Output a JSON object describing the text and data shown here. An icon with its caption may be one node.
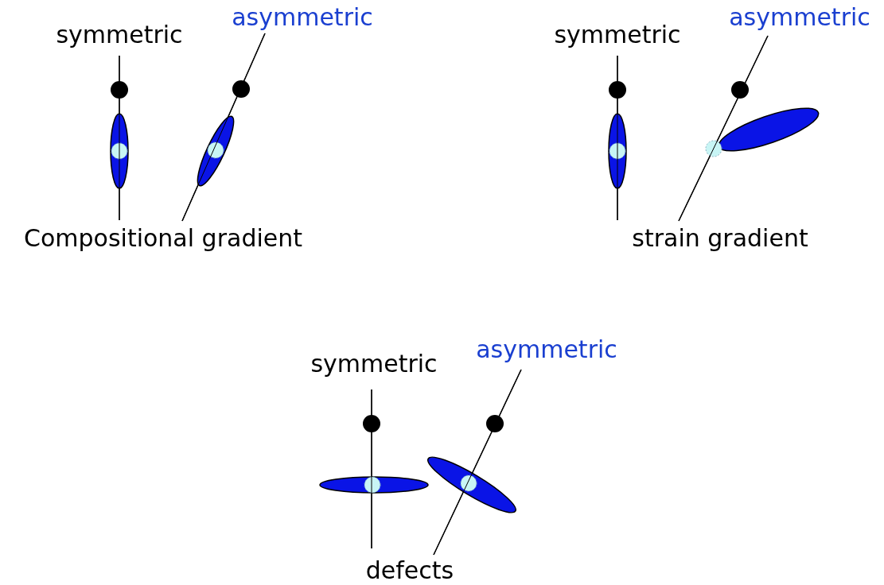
{
  "diagram": {
    "labels": [
      "symmetric",
      "asymmetric",
      "Compositional gradient",
      "symmetric",
      "asymmetric",
      "strain gradient",
      "symmetric",
      "asymmetric",
      "defects"
    ]
  }
}
